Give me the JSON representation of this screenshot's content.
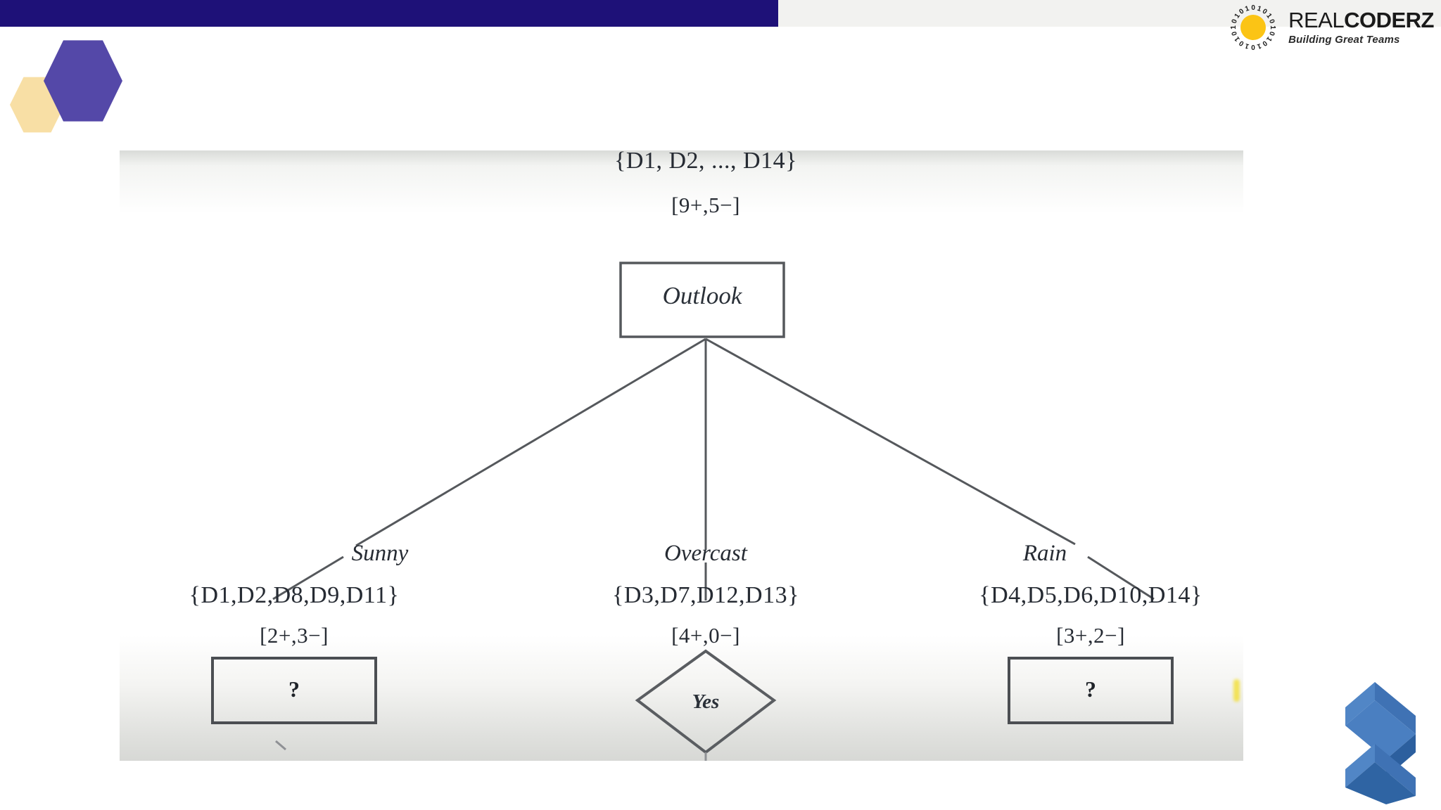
{
  "progress": {
    "percent": 54,
    "fill_color": "#1e1178",
    "track_color": "#f2f2f0"
  },
  "decor": {
    "hex_purple_color": "#5448a8",
    "hex_cream_color": "#f8dfa5",
    "chevron_color": "#4a7fc1",
    "chevron_shadow_color": "#2c5f9e",
    "hex_purple_icon": "hexagon-icon",
    "hex_cream_icon": "hexagon-icon",
    "chevron_icon": "double-chevron-icon"
  },
  "brand": {
    "name_light": "REAL",
    "name_bold": "CODERZ",
    "tagline": "Building Great Teams",
    "mark_icon": "binary-sun-icon",
    "sun_color": "#fbc415",
    "bits": [
      "0",
      "1",
      "0",
      "1",
      "0",
      "1",
      "0",
      "1",
      "0",
      "1",
      "0",
      "1",
      "0",
      "1",
      "0",
      "1",
      "0",
      "1",
      "0",
      "1"
    ]
  },
  "chart_data": {
    "type": "diagram",
    "subtype": "decision-tree",
    "title": "Decision tree partial construction on the PlayTennis dataset",
    "root": {
      "dataset_label": "{D1, D2, ..., D14}",
      "counts_label": "[9+,5−]",
      "positive": 9,
      "negative": 5,
      "node_label": "Outlook",
      "node_shape": "rectangle"
    },
    "branches": [
      {
        "edge_label": "Sunny",
        "dataset_label": "{D1,D2,D8,D9,D11}",
        "members": [
          "D1",
          "D2",
          "D8",
          "D9",
          "D11"
        ],
        "counts_label": "[2+,3−]",
        "positive": 2,
        "negative": 3,
        "node_label": "?",
        "node_shape": "rectangle"
      },
      {
        "edge_label": "Overcast",
        "dataset_label": "{D3,D7,D12,D13}",
        "members": [
          "D3",
          "D7",
          "D12",
          "D13"
        ],
        "counts_label": "[4+,0−]",
        "positive": 4,
        "negative": 0,
        "node_label": "Yes",
        "node_shape": "diamond"
      },
      {
        "edge_label": "Rain",
        "dataset_label": "{D4,D5,D6,D10,D14}",
        "members": [
          "D4",
          "D5",
          "D6",
          "D10",
          "D14"
        ],
        "counts_label": "[3+,2−]",
        "positive": 3,
        "negative": 2,
        "node_label": "?",
        "node_shape": "rectangle"
      }
    ],
    "stroke_color": "#55585c",
    "text_color": "#262b33"
  }
}
